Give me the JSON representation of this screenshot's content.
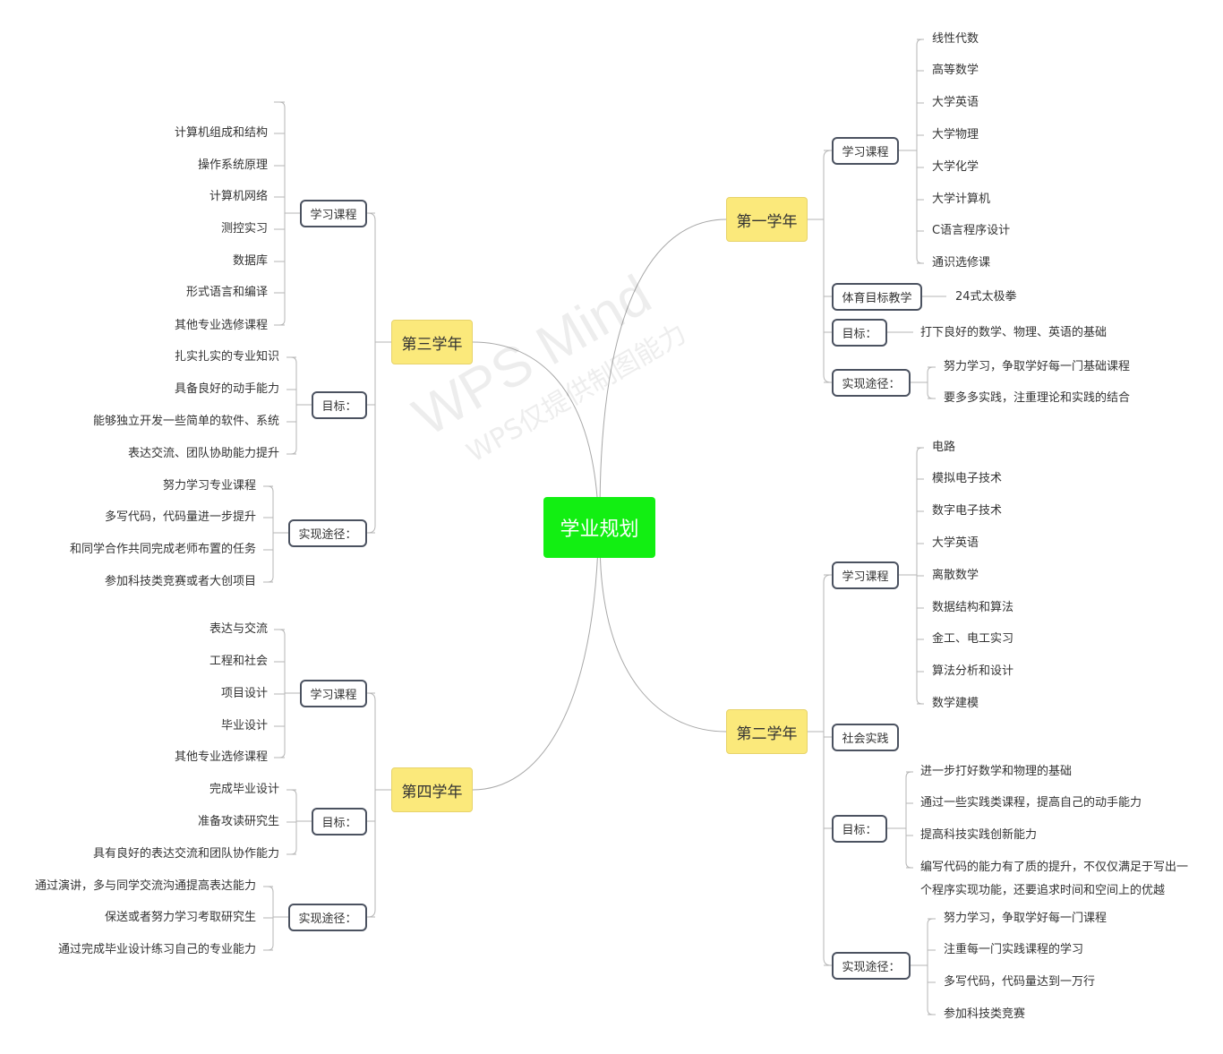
{
  "root": {
    "label": "学业规划"
  },
  "watermark": {
    "line1": "WPS Mind",
    "line2": "WPS仅提供制图能力"
  },
  "years": [
    {
      "label": "第一学年",
      "groups": [
        {
          "label": "学习课程",
          "items": [
            "线性代数",
            "高等数学",
            "大学英语",
            "大学物理",
            "大学化学",
            "大学计算机",
            "C语言程序设计",
            "通识选修课"
          ]
        },
        {
          "label": "体育目标教学",
          "items": [
            "24式太极拳"
          ]
        },
        {
          "label": "目标：",
          "items": [
            "打下良好的数学、物理、英语的基础"
          ]
        },
        {
          "label": "实现途径：",
          "items": [
            "努力学习，争取学好每一门基础课程",
            "要多多实践，注重理论和实践的结合"
          ]
        }
      ]
    },
    {
      "label": "第二学年",
      "groups": [
        {
          "label": "学习课程",
          "items": [
            "电路",
            "模拟电子技术",
            "数字电子技术",
            "大学英语",
            "离散数学",
            "数据结构和算法",
            "金工、电工实习",
            "算法分析和设计",
            "数学建模"
          ]
        },
        {
          "label": "社会实践",
          "items": []
        },
        {
          "label": "目标：",
          "items": [
            "进一步打好数学和物理的基础",
            "通过一些实践类课程，提高自己的动手能力",
            "提高科技实践创新能力",
            "编写代码的能力有了质的提升，不仅仅满足于写出一个程序实现功能，还要追求时间和空间上的优越"
          ]
        },
        {
          "label": "实现途径：",
          "items": [
            "努力学习，争取学好每一门课程",
            "注重每一门实践课程的学习",
            "多写代码，代码量达到一万行",
            "参加科技类竞赛"
          ]
        }
      ]
    },
    {
      "label": "第三学年",
      "groups": [
        {
          "label": "学习课程",
          "items": [
            "计算机组成和结构",
            "操作系统原理",
            "计算机网络",
            "测控实习",
            "数据库",
            "形式语言和编译",
            "其他专业选修课程"
          ]
        },
        {
          "label": "目标：",
          "items": [
            "扎实扎实的专业知识",
            "具备良好的动手能力",
            "能够独立开发一些简单的软件、系统",
            "表达交流、团队协助能力提升"
          ]
        },
        {
          "label": "实现途径：",
          "items": [
            "努力学习专业课程",
            "多写代码，代码量进一步提升",
            "和同学合作共同完成老师布置的任务",
            "参加科技类竞赛或者大创项目"
          ]
        }
      ]
    },
    {
      "label": "第四学年",
      "groups": [
        {
          "label": "学习课程",
          "items": [
            "表达与交流",
            "工程和社会",
            "项目设计",
            "毕业设计",
            "其他专业选修课程"
          ]
        },
        {
          "label": "目标：",
          "items": [
            "完成毕业设计",
            "准备攻读研究生",
            "具有良好的表达交流和团队协作能力"
          ]
        },
        {
          "label": "实现途径：",
          "items": [
            "通过演讲，多与同学交流沟通提高表达能力",
            "保送或者努力学习考取研究生",
            "通过完成毕业设计练习自己的专业能力"
          ]
        }
      ]
    }
  ]
}
